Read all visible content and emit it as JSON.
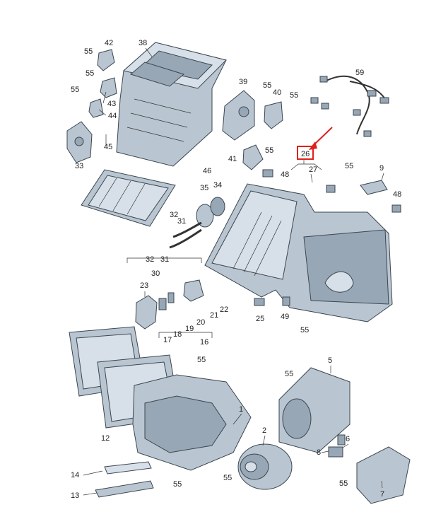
{
  "colors": {
    "part_fill": "#b9c6d1",
    "part_dark": "#97a7b5",
    "part_light": "#d7e0e8",
    "outline": "#3b4650",
    "highlight": "#e0201c"
  },
  "highlighted_part": "26",
  "labels": {
    "p1": "1",
    "p2": "2",
    "p5": "5",
    "p6": "6",
    "p7": "7",
    "p8": "8",
    "p9": "9",
    "p12": "12",
    "p13": "13",
    "p14": "14",
    "p16": "16",
    "p17": "17",
    "p18": "18",
    "p19": "19",
    "p20": "20",
    "p21": "21",
    "p22": "22",
    "p23": "23",
    "p25": "25",
    "p26": "26",
    "p27": "27",
    "p30": "30",
    "p31a": "31",
    "p31b": "31",
    "p32a": "32",
    "p32b": "32",
    "p33": "33",
    "p34": "34",
    "p35": "35",
    "p38": "38",
    "p39": "39",
    "p40": "40",
    "p41": "41",
    "p42": "42",
    "p43": "43",
    "p44": "44",
    "p45": "45",
    "p46": "46",
    "p48a": "48",
    "p48b": "48",
    "p49": "49",
    "p55a": "55",
    "p55b": "55",
    "p55c": "55",
    "p55d": "55",
    "p55e": "55",
    "p55f": "55",
    "p55g": "55",
    "p55h": "55",
    "p55i": "55",
    "p55j": "55",
    "p55k": "55",
    "p55l": "55",
    "p55m": "55",
    "p59": "59"
  }
}
